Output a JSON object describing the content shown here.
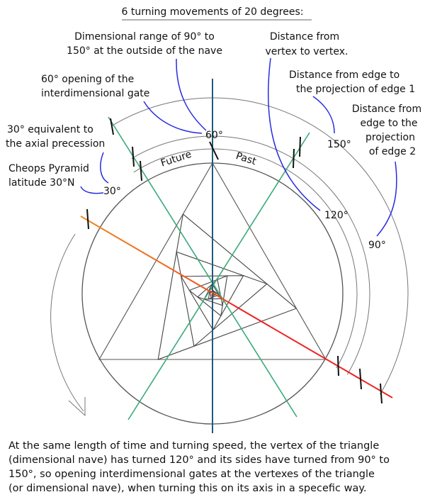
{
  "title": "6 turning movements of 20 degrees:",
  "labels": {
    "range_1": "Dimensional range of 90° to",
    "range_2": "150° at the outside of the nave",
    "vertex_1": "Distance from",
    "vertex_2": "vertex to vertex.",
    "gate_1": "60° opening of the",
    "gate_2": "interdimensional gate",
    "edge1_1": "Distance from edge to",
    "edge1_2": "the projection of edge 1",
    "edge2_1": "Distance from",
    "edge2_2": "edge to the",
    "edge2_3": "projection",
    "edge2_4": "of edge 2",
    "precession_1": "30° equivalent to",
    "precession_2": "the axial precession",
    "cheops_1": "Cheops Pyramid",
    "cheops_2": "latitude 30°N",
    "future": "Future",
    "past": "Past"
  },
  "degrees": {
    "d30": "30°",
    "d60": "60°",
    "d90": "90°",
    "d120": "120°",
    "d150": "150°"
  },
  "caption": [
    "At the same length of time and turning speed, the vertex of the triangle",
    "(dimensional nave) has turned 120° and its sides have turned from 90° to",
    "150°, so opening interdimensional gates at the vertexes of the triangle",
    "(or dimensional nave), when turning this on its axis in a specefic way."
  ],
  "colors": {
    "axis": "#1f5c7a",
    "green": "#3aaa78",
    "red": "#ee2222",
    "orange": "#f08a20",
    "leader": "#2a2ae0"
  },
  "spiral": {
    "turns": 9,
    "step_fraction": 0.26
  }
}
